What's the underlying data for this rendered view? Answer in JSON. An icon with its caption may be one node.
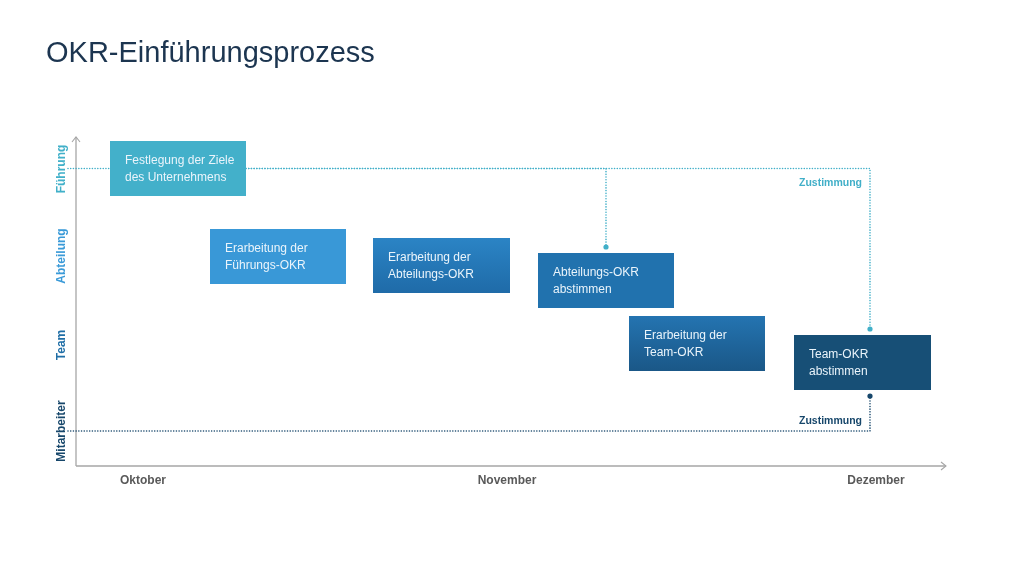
{
  "diagram": {
    "title": "OKR-Einführungsprozess",
    "nodes": [
      {
        "text": [
          "Festlegung der Ziele des Unternehmens"
        ]
      },
      {
        "text": [
          "Erarbeitung der Führungs-OKR"
        ]
      },
      {
        "text": [
          "Erarbeitung der Abteilungs-OKR"
        ]
      },
      {
        "text": [
          "Abteilungs-OKR abstimmen"
        ]
      },
      {
        "text": [
          "Erarbeitung der Team-OKR"
        ]
      },
      {
        "text": [
          "Team-OKR abstimmen"
        ]
      },
      {
        "text": [
          "Führung"
        ]
      },
      {
        "text": [
          "Mitarbeiter"
        ]
      }
    ],
    "edges": [
      {
        "from": 6,
        "to": 0,
        "arrow": "none",
        "style": "dashed"
      },
      {
        "from": 0,
        "to": 3,
        "arrow": "other",
        "style": "dashed"
      },
      {
        "from": 0,
        "to": 5,
        "arrow": "other",
        "style": "dashed",
        "label": "Zustimmung"
      },
      {
        "from": 7,
        "to": 5,
        "arrow": "other",
        "style": "dashed",
        "label": "Zustimmung",
        "color": "#17476b"
      }
    ],
    "labels": [
      "Abteilung",
      "Team",
      "Oktober",
      "November",
      "Dezember"
    ]
  }
}
